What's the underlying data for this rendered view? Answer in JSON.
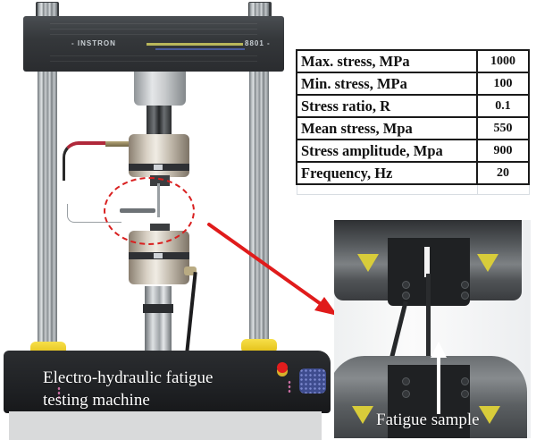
{
  "figure": {
    "machine": {
      "brand_label": "- INSTRON",
      "model_label": "8801 -",
      "caption_line1": "Electro-hydraulic fatigue",
      "caption_line2": "testing machine"
    },
    "closeup": {
      "caption": "Fatigue sample"
    },
    "annotations": {
      "highlight_color": "#d92020",
      "arrow_color": "#e01b1b",
      "highlight_shape": "dashed-ellipse",
      "arrow_from": "test-region",
      "arrow_to": "closeup-photo"
    }
  },
  "parameters_table": {
    "rows": [
      {
        "parameter": "Max. stress, MPa",
        "value": "1000"
      },
      {
        "parameter": "Min. stress, MPa",
        "value": "100"
      },
      {
        "parameter": "Stress ratio, R",
        "value": "0.1"
      },
      {
        "parameter": "Mean stress, Mpa",
        "value": "550"
      },
      {
        "parameter": "Stress amplitude, Mpa",
        "value": "900"
      },
      {
        "parameter": "Frequency, Hz",
        "value": "20"
      }
    ]
  }
}
